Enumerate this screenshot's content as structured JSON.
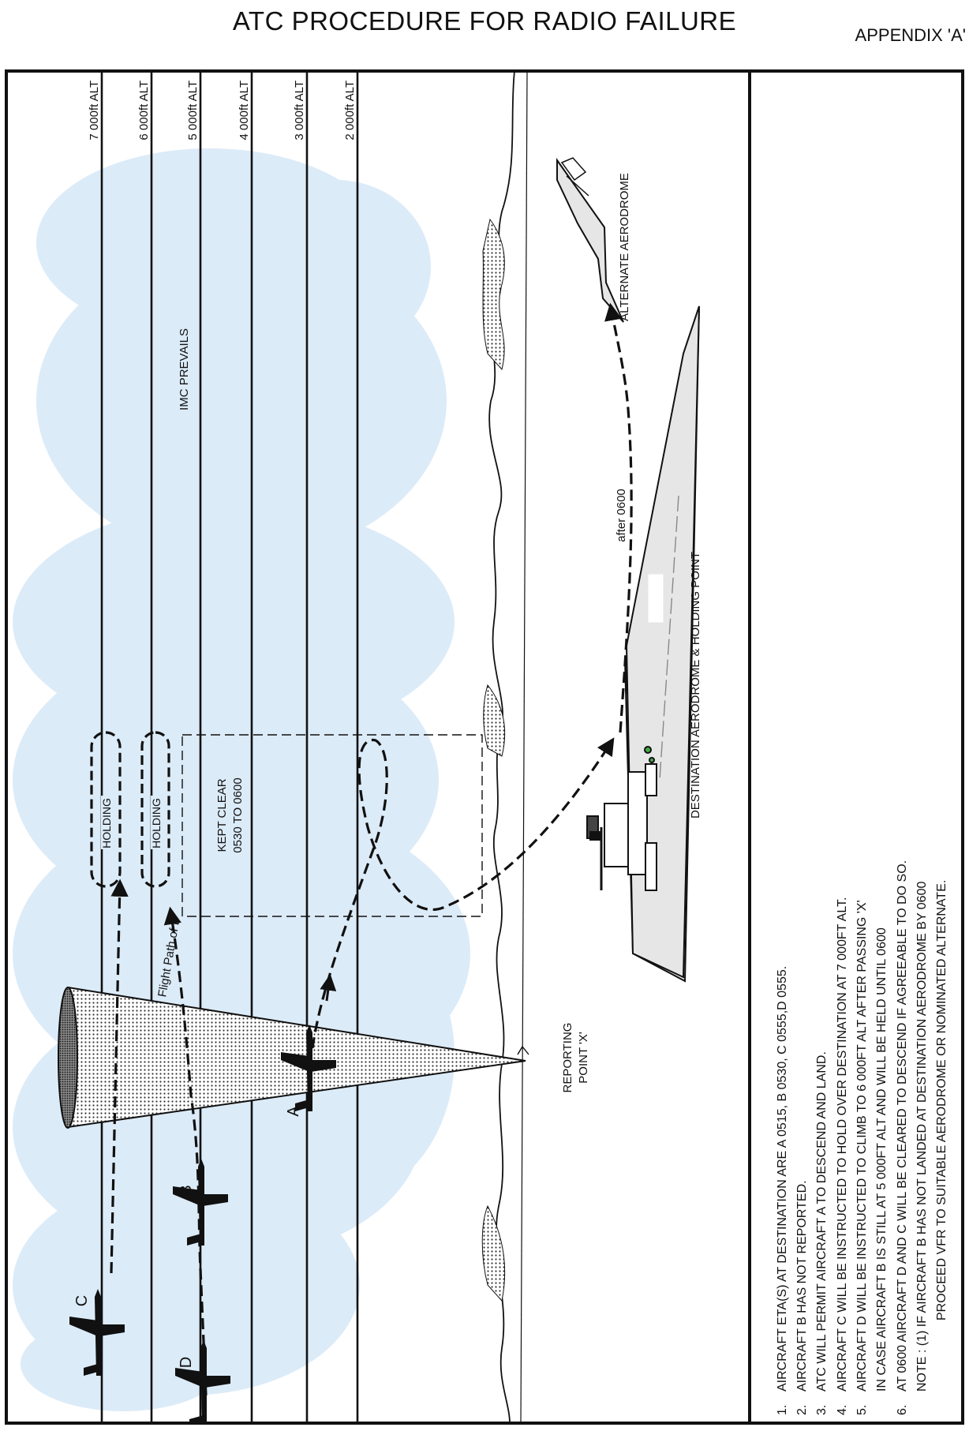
{
  "header": {
    "title": "ATC PROCEDURE FOR RADIO FAILURE",
    "appendix": "APPENDIX 'A'"
  },
  "altitudes": [
    "7 000ft ALT",
    "6 000ft ALT",
    "5 000ft ALT",
    "4 000ft ALT",
    "3 000ft ALT",
    "2 000ft ALT"
  ],
  "labels": {
    "imc": "IMC PREVAILS",
    "holding_c": "HOLDING",
    "holding_d": "HOLDING",
    "kept_clear_1": "KEPT CLEAR",
    "kept_clear_2": "0530 TO 0600",
    "flight_path_d": "Flight Path of D",
    "reporting_1": "REPORTING",
    "reporting_2": "POINT 'X'",
    "after": "after 0600",
    "alternate": "ALTERNATE AERODROME",
    "destination": "DESTINATION AERODROME & HOLDING POINT"
  },
  "aircraft": [
    "A",
    "B",
    "C",
    "D"
  ],
  "notes": [
    {
      "num": "1.",
      "text": "AIRCRAFT ETA(S) AT DESTINATION ARE A 0515, B 0530, C 0555,D 0555."
    },
    {
      "num": "2.",
      "text": "AIRCRAFT B HAS NOT REPORTED."
    },
    {
      "num": "3.",
      "text": "ATC WILL PERMIT AIRCRAFT A TO DESCEND AND LAND."
    },
    {
      "num": "4.",
      "text": "AIRCRAFT C WILL BE INSTRUCTED TO HOLD OVER DESTINATION AT 7 000FT ALT."
    },
    {
      "num": "5.",
      "text": "AIRCRAFT D WILL BE INSTRUCTED TO CLIMB TO 6 000FT ALT AFTER PASSING 'X'"
    },
    {
      "num": "",
      "text": "IN CASE AIRCRAFT B IS STILL AT 5 000FT ALT AND WILL BE HELD UNTIL 0600"
    },
    {
      "num": "6.",
      "text": "AT 0600 AIRCRAFT D AND C WILL BE CLEARED TO DESCEND IF AGREEABLE TO DO SO."
    },
    {
      "num": "",
      "text": "NOTE :    (1)   IF AIRCRAFT B HAS NOT LANDED AT DESTINATION AERODROME BY 0600"
    },
    {
      "num": "",
      "text": "PROCEED VFR TO SUITABLE AERODROME OR NOMINATED ALTERNATE."
    }
  ],
  "colors": {
    "cloud": "#dcebf8",
    "line": "#111111",
    "ground": "#e6e6e6"
  }
}
